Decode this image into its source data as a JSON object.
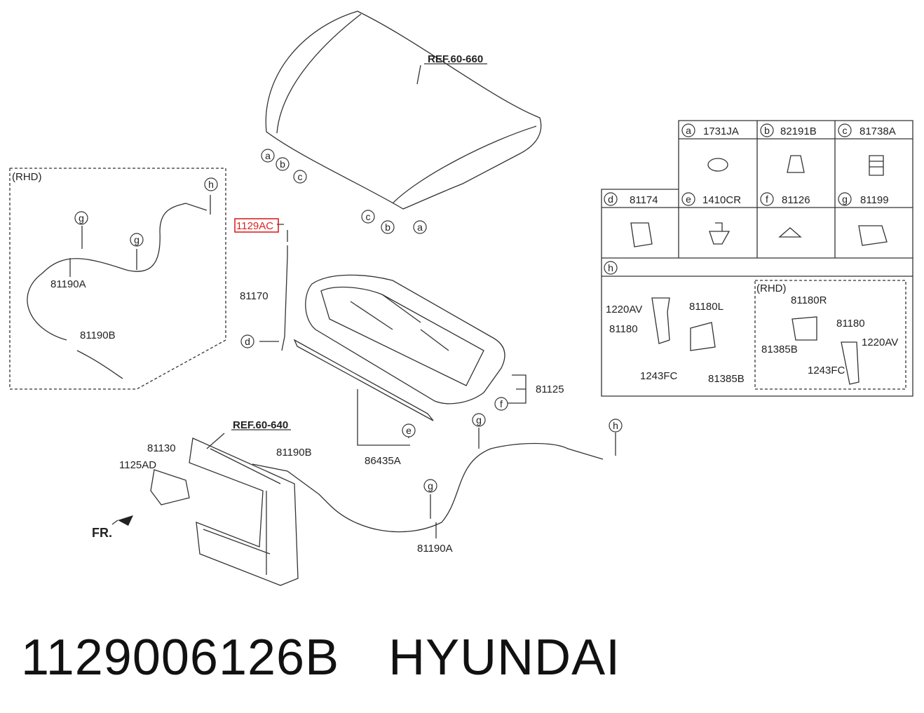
{
  "diagram": {
    "ref_hood": "REF.60-660",
    "ref_panel": "REF.60-640",
    "rhd_left": "(RHD)",
    "rhd_right": "(RHD)",
    "highlight_part": "1129AC",
    "front_marker": "FR.",
    "labels": {
      "cable_a_left": "81190A",
      "cable_b_left": "81190B",
      "stay_rod": "81170",
      "insulator": "81125",
      "weatherstrip": "86435A",
      "latch": "81130",
      "bolt_latch": "1125AD",
      "cable_b_mid": "81190B",
      "cable_a_right": "81190A"
    },
    "callouts": {
      "a": "a",
      "b": "b",
      "c": "c",
      "d": "d",
      "e": "e",
      "f": "f",
      "g": "g",
      "h": "h"
    },
    "table": {
      "row1": [
        {
          "key": "a",
          "part": "1731JA"
        },
        {
          "key": "b",
          "part": "82191B"
        },
        {
          "key": "c",
          "part": "81738A"
        }
      ],
      "row2": [
        {
          "key": "d",
          "part": "81174"
        },
        {
          "key": "e",
          "part": "1410CR"
        },
        {
          "key": "f",
          "part": "81126"
        },
        {
          "key": "g",
          "part": "81199"
        }
      ],
      "h_key": "h",
      "h_labels": {
        "bolt_l": "1220AV",
        "handle_l": "81180",
        "lever_l": "81180L",
        "screw_l": "1243FC",
        "nut_l": "81385B",
        "lever_r": "81180R",
        "nut_r": "81385B",
        "handle_r": "81180",
        "bolt_r": "1220AV",
        "screw_r": "1243FC"
      }
    }
  },
  "footer": {
    "part_number": "1129006126B",
    "brand": "HYUNDAI"
  }
}
